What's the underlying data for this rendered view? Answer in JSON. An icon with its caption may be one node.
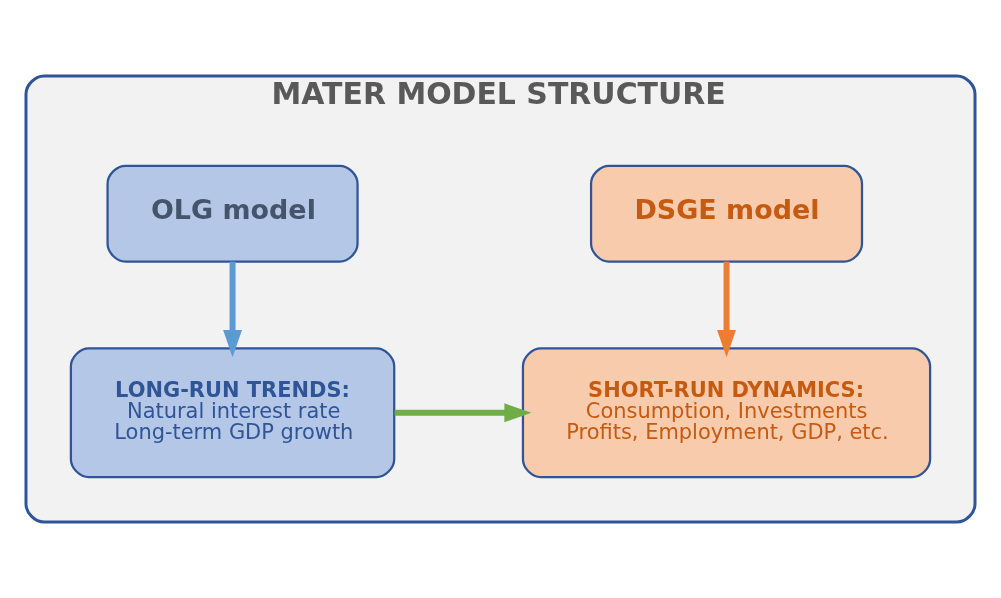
{
  "diagram": {
    "nodes": [
      {
        "text": [
          "MATER MODEL STRUCTURE"
        ]
      },
      {
        "text": [
          "OLG model"
        ],
        "in": 0
      },
      {
        "text": [
          "DSGE model"
        ],
        "in": 0
      },
      {
        "text": [
          "LONG-RUN TRENDS:",
          "Natural interest rate",
          "Long-term GDP growth"
        ],
        "in": 0
      },
      {
        "text": [
          "SHORT-RUN DYNAMICS:",
          "Consumption, Investments",
          "Profits, Employment, GDP, etc."
        ],
        "in": 0
      }
    ],
    "edges": [
      {
        "from": 1,
        "to": 3,
        "arrow": "to",
        "color": "#5b9bd5"
      },
      {
        "from": 2,
        "to": 4,
        "arrow": "to",
        "color": "#ed7d31"
      },
      {
        "from": 3,
        "to": 4,
        "arrow": "to",
        "color": "#70ad47"
      }
    ]
  }
}
